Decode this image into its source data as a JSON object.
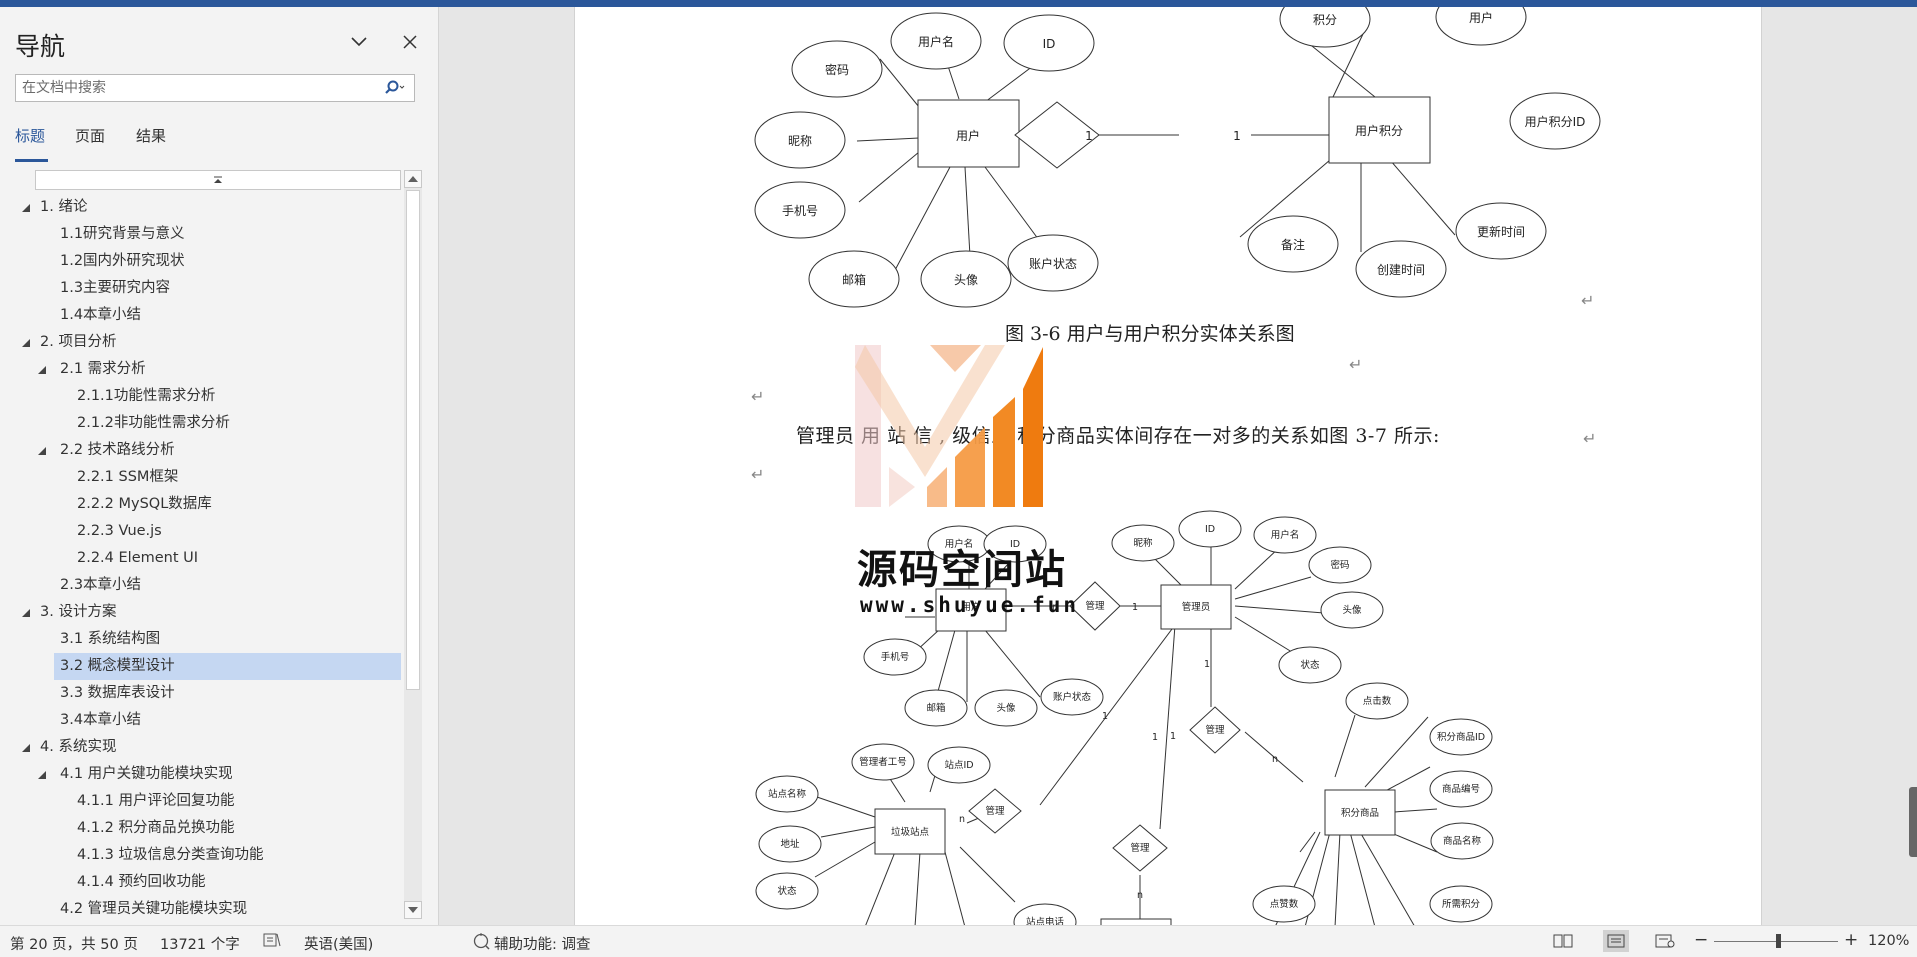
{
  "nav": {
    "title": "导航",
    "search_placeholder": "在文档中搜索",
    "tabs": [
      {
        "label": "标题"
      },
      {
        "label": "页面"
      },
      {
        "label": "结果"
      }
    ],
    "items": [
      {
        "label": "1. 绪论",
        "level": 1
      },
      {
        "label": "1.1研究背景与意义",
        "level": 2
      },
      {
        "label": "1.2国内外研究现状",
        "level": 2
      },
      {
        "label": "1.3主要研究内容",
        "level": 2
      },
      {
        "label": "1.4本章小结",
        "level": 2
      },
      {
        "label": "2. 项目分析",
        "level": 1
      },
      {
        "label": "2.1 需求分析",
        "level": 2
      },
      {
        "label": "2.1.1功能性需求分析",
        "level": 3
      },
      {
        "label": "2.1.2非功能性需求分析",
        "level": 3
      },
      {
        "label": "2.2 技术路线分析",
        "level": 2
      },
      {
        "label": "2.2.1 SSM框架",
        "level": 3
      },
      {
        "label": "2.2.2 MySQL数据库",
        "level": 3
      },
      {
        "label": "2.2.3 Vue.js",
        "level": 3
      },
      {
        "label": "2.2.4 Element UI",
        "level": 3
      },
      {
        "label": "2.3本章小结",
        "level": 2
      },
      {
        "label": "3. 设计方案",
        "level": 1
      },
      {
        "label": "3.1 系统结构图",
        "level": 2
      },
      {
        "label": "3.2 概念模型设计",
        "level": 2,
        "selected": true
      },
      {
        "label": "3.3 数据库表设计",
        "level": 2
      },
      {
        "label": "3.4本章小结",
        "level": 2
      },
      {
        "label": "4. 系统实现",
        "level": 1
      },
      {
        "label": "4.1 用户关键功能模块实现",
        "level": 2
      },
      {
        "label": "4.1.1 用户评论回复功能",
        "level": 3
      },
      {
        "label": "4.1.2 积分商品兑换功能",
        "level": 3
      },
      {
        "label": "4.1.3 垃圾信息分类查询功能",
        "level": 3
      },
      {
        "label": "4.1.4 预约回收功能",
        "level": 3
      },
      {
        "label": "4.2 管理员关键功能模块实现",
        "level": 2
      }
    ]
  },
  "document": {
    "caption": "图 3-6  用户与用户积分实体关系图",
    "paragraph": "管理员    用    站   信    ,   级信息,积分商品实体间存在一对多的关系如图 3-7 所示:",
    "watermark_title": "源码空间站",
    "watermark_url": "www.shuyue.fun",
    "diagram1": {
      "entities": [
        "用户",
        "用户积分"
      ],
      "relation_cardinality": [
        "1",
        "1"
      ],
      "user_attrs": [
        "用户名",
        "ID",
        "密码",
        "昵称",
        "手机号",
        "邮箱",
        "头像",
        "账户状态"
      ],
      "points_attrs": [
        "积分",
        "用户",
        "用户积分ID",
        "备注",
        "创建时间",
        "更新时间"
      ]
    },
    "diagram2": {
      "entities": [
        "用户",
        "管理员",
        "积分商品",
        "垃圾站点"
      ],
      "relations": [
        "管理",
        "管理",
        "管理",
        "管理"
      ],
      "cardinality": [
        "n",
        "1",
        "1",
        "1",
        "n",
        "1",
        "n",
        "1",
        "n"
      ],
      "user_attrs": [
        "用户名",
        "ID",
        "手机号",
        "邮箱",
        "头像",
        "账户状态"
      ],
      "admin_attrs": [
        "昵称",
        "ID",
        "用户名",
        "密码",
        "头像",
        "状态"
      ],
      "goods_attrs": [
        "点击数",
        "积分商品ID",
        "商品编号",
        "商品名称",
        "点赞数",
        "所需积分"
      ],
      "station_attrs": [
        "管理者工号",
        "站点ID",
        "站点名称",
        "地址",
        "状态",
        "站点电话"
      ]
    }
  },
  "status": {
    "page": "第 20 页，共 50 页",
    "words": "13721 个字",
    "language": "英语(美国)",
    "accessibility": "辅助功能: 调查",
    "zoom": "120%",
    "zoom_minus": "−",
    "zoom_plus": "+"
  }
}
